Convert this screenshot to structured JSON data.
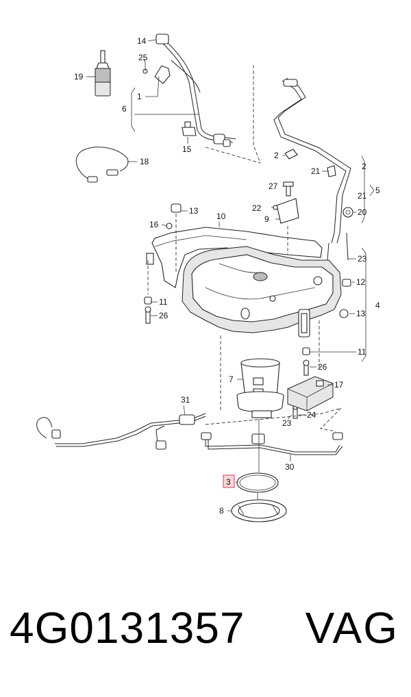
{
  "diagram": {
    "callouts": [
      "14",
      "25",
      "19",
      "1",
      "6",
      "15",
      "18",
      "2",
      "21",
      "2",
      "21",
      "5",
      "20",
      "27",
      "22",
      "9",
      "13",
      "16",
      "10",
      "23",
      "12",
      "4",
      "11",
      "26",
      "13",
      "11",
      "26",
      "7",
      "17",
      "31",
      "24",
      "23",
      "30",
      "3",
      "8"
    ],
    "highlighted": "3",
    "highlight_color": "#e05a6a"
  },
  "footer": {
    "part_number": "4G0131357",
    "brand": "VAG"
  }
}
